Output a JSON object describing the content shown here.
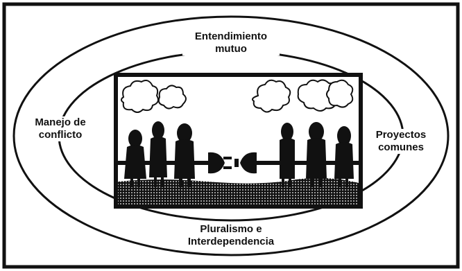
{
  "labels": {
    "top_line1": "Entendimiento",
    "top_line2": "mutuo",
    "left_line1": "Manejo de",
    "left_line2": "conflicto",
    "right_line1": "Proyectos",
    "right_line2": "comunes",
    "bottom_line1": "Pluralismo e",
    "bottom_line2": "Interdependencia"
  },
  "illustration": {
    "subject": "people-holding-cable-with-plug-and-socket",
    "icons": [
      "cloud-icon",
      "plug-icon",
      "socket-icon",
      "person-icon"
    ]
  },
  "colors": {
    "ink": "#111111",
    "paper": "#ffffff"
  }
}
